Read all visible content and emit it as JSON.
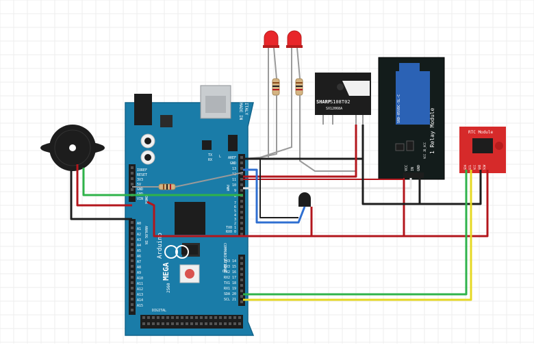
{
  "board": {
    "made_in": "MADE IN",
    "country": "ITALY",
    "brand": "Arduino",
    "model": "MEGA",
    "model_suffix": "2560",
    "pin_labels_top_left": [
      "AREF",
      "GND",
      "13",
      "12",
      "11",
      "10",
      "9",
      "8"
    ],
    "pin_labels_top_right": [
      "7",
      "6",
      "5",
      "4",
      "3",
      "2",
      "TX0 1",
      "RX0 0"
    ],
    "power_labels": [
      "IOREF",
      "RESET",
      "3V3",
      "5V",
      "GND",
      "GND",
      "VIN"
    ],
    "analog_labels": [
      "A0",
      "A1",
      "A2",
      "A3",
      "A4",
      "A5",
      "A6",
      "A7",
      "A8",
      "A9",
      "A10",
      "A11",
      "A12",
      "A13",
      "A14",
      "A15"
    ],
    "comm_labels": [
      "TX3 14",
      "RX3 15",
      "TX2 16",
      "RX2 17",
      "TX1 18",
      "RX1 19",
      "SDA 20",
      "SCL 21"
    ],
    "section_labels": {
      "power": "POWER",
      "analog": "ANALOG IN",
      "pwm": "PWM",
      "comm": "COMMUNICATION",
      "digital": "DIGITAL"
    },
    "led_labels": [
      "L",
      "TX",
      "RX"
    ],
    "on_label": "ON"
  },
  "relay_module": {
    "title": "1 Relay Module",
    "relay_text": "SRD-05VDC-SL-C",
    "pins": [
      "VCC",
      "IN",
      "GND"
    ],
    "jumper": "VCC JD_VCC"
  },
  "rtc_module": {
    "title": "RTC Module",
    "pins": [
      "SDA",
      "SCL",
      "VCC",
      "GND",
      "SQW"
    ]
  },
  "sensor": {
    "brand": "SHARP",
    "model": "S108T02",
    "sub": "SX12068A",
    "pins": [
      "+",
      "~"
    ]
  },
  "colors": {
    "board": "#1a7ca8",
    "relay": "#131c1b",
    "rtc": "#d62a2a",
    "wire_red": "#b3161c",
    "wire_black": "#1d1d1d",
    "wire_green": "#2fb34a",
    "wire_yellow": "#e6d823",
    "wire_blue": "#2f6fd1",
    "wire_gray": "#999999",
    "wire_white": "#e8e8e8",
    "led": "#e8262a"
  },
  "icons": [
    "buzzer-icon",
    "led-icon",
    "resistor-icon",
    "transistor-icon",
    "relay-icon"
  ]
}
